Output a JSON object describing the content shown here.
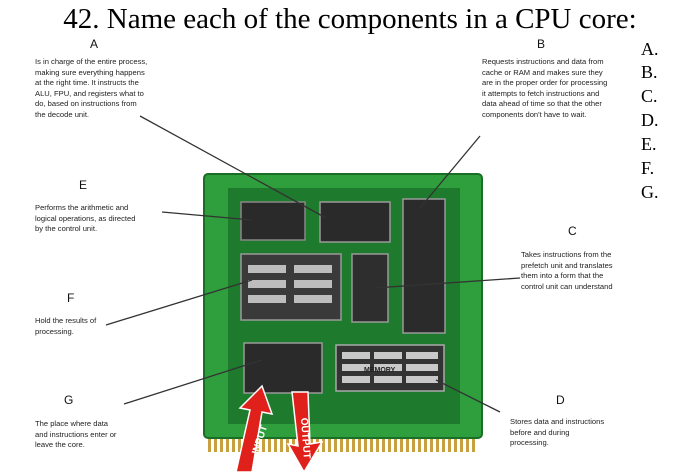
{
  "question": {
    "title": "42. Name each of the components in a CPU core:"
  },
  "answer_options": [
    "A.",
    "B.",
    "C.",
    "D.",
    "E.",
    "F.",
    "G."
  ],
  "callouts": {
    "A": {
      "letter": "A",
      "text": "Is in charge of the entire process,\nmaking sure everything happens\nat the right time. It instructs the\nALU, FPU, and registers what to\ndo, based on instructions from\nthe decode unit."
    },
    "B": {
      "letter": "B",
      "text": "Requests instructions and data from\ncache or RAM and makes sure they\nare in the proper order for processing\nit attempts to fetch instructions and\ndata ahead of time so that the other\ncomponents don't have to wait."
    },
    "C": {
      "letter": "C",
      "text": "Takes instructions from the\nprefetch unit and translates\nthem into a form that the\ncontrol unit can understand"
    },
    "D": {
      "letter": "D",
      "text": "Stores data and instructions\nbefore and during\nprocessing."
    },
    "E": {
      "letter": "E",
      "text": "Performs the arithmetic and\nlogical operations, as directed\nby the control unit."
    },
    "F": {
      "letter": "F",
      "text": "Hold the results of\nprocessing."
    },
    "G": {
      "letter": "G",
      "text": "The place where data\nand instructions enter or\nleave the core."
    }
  },
  "chip": {
    "input_label": "INPUT",
    "output_label": "OUTPUT",
    "memory_label": "MEMORY"
  },
  "colors": {
    "board_green": "#2f9e3c",
    "board_dark": "#166b22",
    "pins_gold": "#c8a040",
    "arrow_red": "#e0201a"
  }
}
